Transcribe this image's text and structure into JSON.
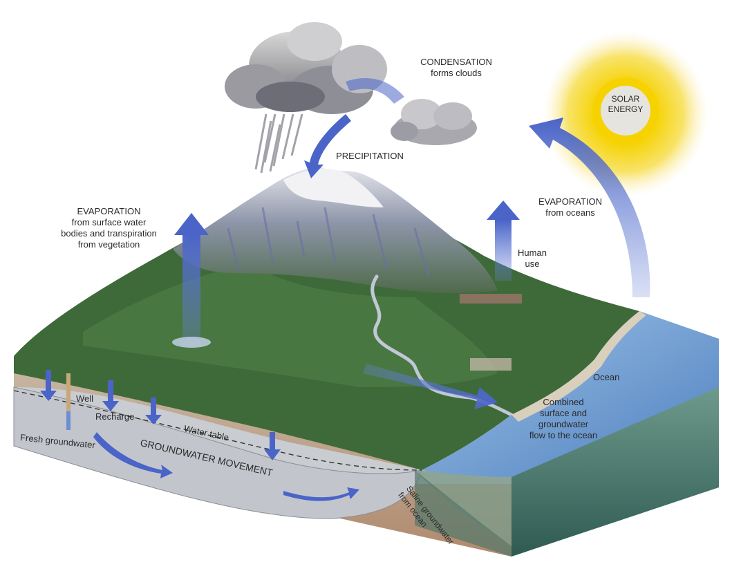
{
  "labels": {
    "condensation": {
      "line1": "CONDENSATION",
      "line2": "forms clouds"
    },
    "solar": {
      "line1": "SOLAR",
      "line2": "ENERGY"
    },
    "precipitation": "PRECIPITATION",
    "evap_surface": {
      "line1": "EVAPORATION",
      "line2": "from surface water",
      "line3": "bodies and transpiration",
      "line4": "from vegetation"
    },
    "evap_oceans": {
      "line1": "EVAPORATION",
      "line2": "from oceans"
    },
    "human_use": {
      "line1": "Human",
      "line2": "use"
    },
    "ocean": "Ocean",
    "combined_flow": {
      "line1": "Combined",
      "line2": "surface and",
      "line3": "groundwater",
      "line4": "flow to the ocean"
    },
    "well": "Well",
    "recharge": "Recharge",
    "water_table": "Water table",
    "fresh_groundwater": "Fresh groundwater",
    "groundwater_movement": "GROUNDWATER MOVEMENT",
    "saline_groundwater": {
      "line1": "Saline groundwater",
      "line2": "from ocean"
    }
  },
  "colors": {
    "arrow_blue": "#4a64c8",
    "sun_core": "#f6d200",
    "forest": "#3e6a3a",
    "ocean": "#5b8fc9",
    "soil": "#b7a08a",
    "groundwater": "#c9ccd0"
  }
}
